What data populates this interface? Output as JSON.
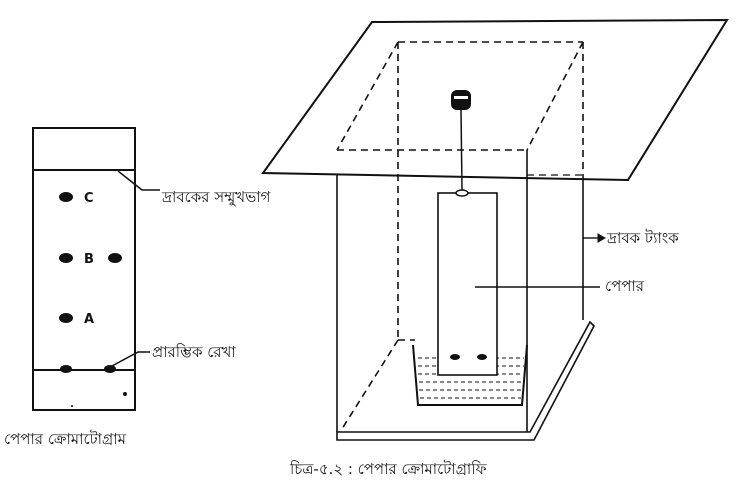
{
  "left_figure": {
    "spot_labels": [
      "C",
      "B",
      "A"
    ],
    "solvent_front_label": "দ্রাবকের সম্মুখভাগ",
    "start_line_label": "প্রারম্ভিক রেখা",
    "caption": "পেপার ক্রোমাটোগ্রাম"
  },
  "right_figure": {
    "tank_label": "দ্রাবক ট্যাংক",
    "paper_label": "পেপার"
  },
  "caption": "চিত্র-৫.২ : পেপার ক্রোমাটোগ্রাফি"
}
